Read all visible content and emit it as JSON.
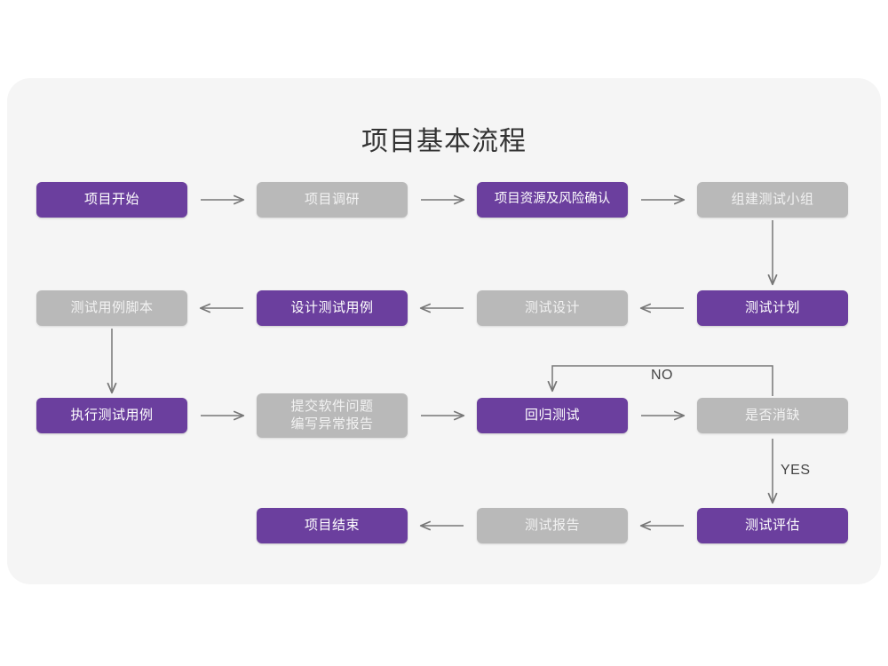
{
  "title": "项目基本流程",
  "colors": {
    "accent_purple": "#6b3f9e",
    "muted_gray": "#b9b9b9",
    "panel_bg": "#f5f5f5",
    "page_bg": "#ffffff",
    "connector": "#777777",
    "title_text": "#333333"
  },
  "nodes": [
    {
      "id": "project-start",
      "label": "项目开始",
      "style": "purple",
      "row": 1,
      "col": 1
    },
    {
      "id": "project-research",
      "label": "项目调研",
      "style": "gray",
      "row": 1,
      "col": 2
    },
    {
      "id": "resource-risk",
      "label": "项目资源及风险确认",
      "style": "purple",
      "row": 1,
      "col": 3
    },
    {
      "id": "build-test-team",
      "label": "组建测试小组",
      "style": "gray",
      "row": 1,
      "col": 4
    },
    {
      "id": "test-case-script",
      "label": "测试用例脚本",
      "style": "gray",
      "row": 2,
      "col": 1
    },
    {
      "id": "design-test-case",
      "label": "设计测试用例",
      "style": "purple",
      "row": 2,
      "col": 2
    },
    {
      "id": "test-design",
      "label": "测试设计",
      "style": "gray",
      "row": 2,
      "col": 3
    },
    {
      "id": "test-plan",
      "label": "测试计划",
      "style": "purple",
      "row": 2,
      "col": 4
    },
    {
      "id": "execute-test-case",
      "label": "执行测试用例",
      "style": "purple",
      "row": 3,
      "col": 1
    },
    {
      "id": "submit-defect",
      "label": "提交软件问题\n编写异常报告",
      "style": "gray",
      "row": 3,
      "col": 2
    },
    {
      "id": "regression-test",
      "label": "回归测试",
      "style": "purple",
      "row": 3,
      "col": 3
    },
    {
      "id": "is-defect-cleared",
      "label": "是否消缺",
      "style": "gray",
      "row": 3,
      "col": 4
    },
    {
      "id": "project-end",
      "label": "项目结束",
      "style": "purple",
      "row": 4,
      "col": 2
    },
    {
      "id": "test-report",
      "label": "测试报告",
      "style": "gray",
      "row": 4,
      "col": 3
    },
    {
      "id": "test-evaluation",
      "label": "测试评估",
      "style": "purple",
      "row": 4,
      "col": 4
    }
  ],
  "edge_labels": {
    "no": "NO",
    "yes": "YES"
  },
  "flow": [
    {
      "from": "project-start",
      "to": "project-research",
      "direction": "right"
    },
    {
      "from": "project-research",
      "to": "resource-risk",
      "direction": "right"
    },
    {
      "from": "resource-risk",
      "to": "build-test-team",
      "direction": "right"
    },
    {
      "from": "build-test-team",
      "to": "test-plan",
      "direction": "down"
    },
    {
      "from": "test-plan",
      "to": "test-design",
      "direction": "left"
    },
    {
      "from": "test-design",
      "to": "design-test-case",
      "direction": "left"
    },
    {
      "from": "design-test-case",
      "to": "test-case-script",
      "direction": "left"
    },
    {
      "from": "test-case-script",
      "to": "execute-test-case",
      "direction": "down"
    },
    {
      "from": "execute-test-case",
      "to": "submit-defect",
      "direction": "right"
    },
    {
      "from": "submit-defect",
      "to": "regression-test",
      "direction": "right"
    },
    {
      "from": "regression-test",
      "to": "is-defect-cleared",
      "direction": "right"
    },
    {
      "from": "is-defect-cleared",
      "to": "regression-test",
      "direction": "loop-up-left",
      "label": "NO"
    },
    {
      "from": "is-defect-cleared",
      "to": "test-evaluation",
      "direction": "down",
      "label": "YES"
    },
    {
      "from": "test-evaluation",
      "to": "test-report",
      "direction": "left"
    },
    {
      "from": "test-report",
      "to": "project-end",
      "direction": "left"
    }
  ]
}
